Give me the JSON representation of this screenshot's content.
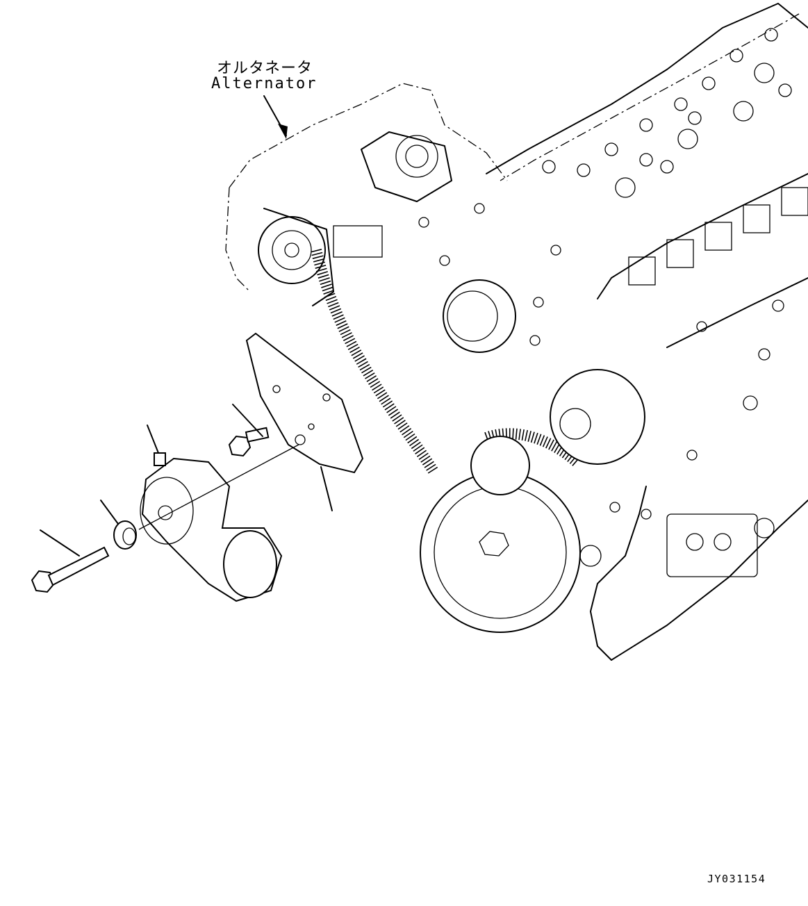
{
  "callout": {
    "alternator_jp": "オルタネータ",
    "alternator_en": "Alternator"
  },
  "figure_id": "JY031154"
}
